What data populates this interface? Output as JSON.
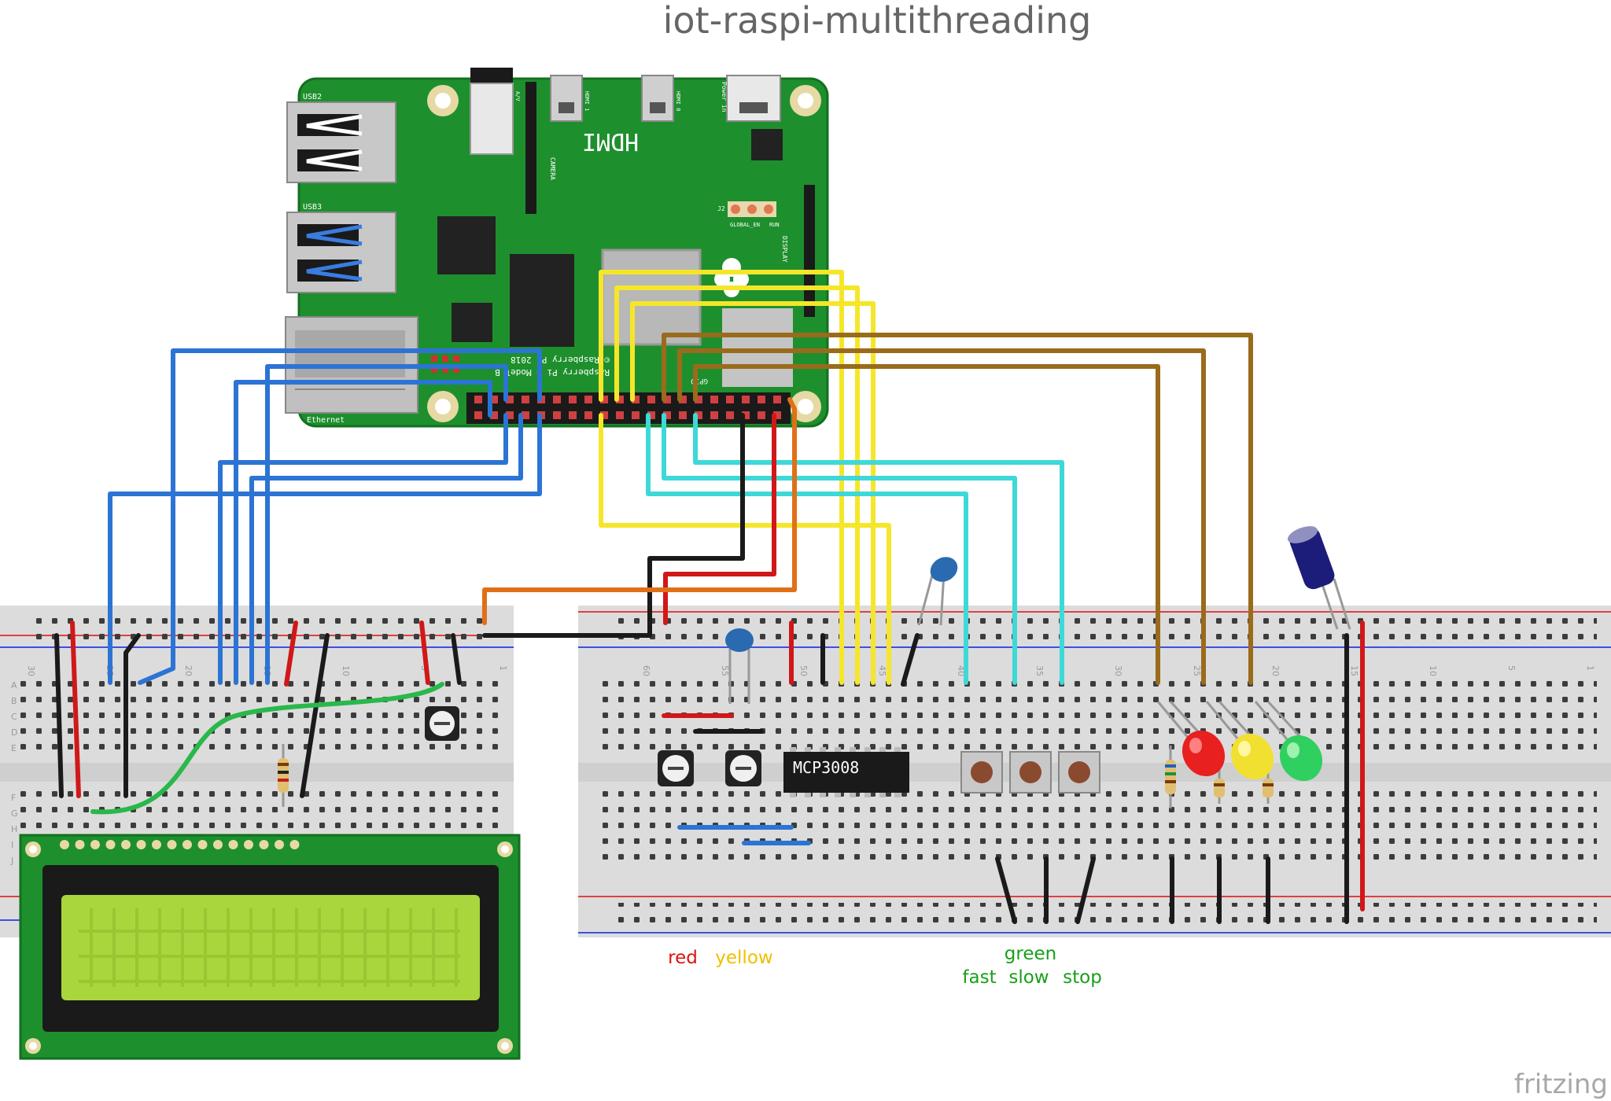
{
  "title": "iot-raspi-multithreading",
  "watermark": "fritzing",
  "board": {
    "model_line1": "Raspberry Pi 4 Model B",
    "model_line2": "© Raspberry Pi 2018",
    "hdmi": "HDMI",
    "usb2": "USB2",
    "usb3": "USB3",
    "ethernet": "Ethernet",
    "camera": "CAMERA",
    "display": "DISPLAY",
    "power": "Power in",
    "hdmi0": "HDMI 0",
    "hdmi1": "HDMI 1",
    "av": "A/V",
    "run": "RUN",
    "global_en": "GLOBAL_EN",
    "j2": "J2",
    "gpio": "GPIO"
  },
  "chip": {
    "label": "MCP3008"
  },
  "breadboard_left": {
    "row_letters_top": [
      "A",
      "B",
      "C",
      "D",
      "E"
    ],
    "row_letters_bottom": [
      "F",
      "G",
      "H",
      "I",
      "J"
    ],
    "col_numbers": [
      "30",
      "25",
      "20",
      "15",
      "10",
      "5",
      "1"
    ]
  },
  "breadboard_right": {
    "col_numbers": [
      "60",
      "55",
      "50",
      "45",
      "40",
      "35",
      "30",
      "25",
      "20",
      "15",
      "10",
      "5",
      "1"
    ]
  },
  "annotations": {
    "red": "red",
    "yellow": "yellow",
    "green": "green",
    "fast": "fast",
    "slow": "slow",
    "stop": "stop"
  },
  "colors": {
    "pcb_green": "#1e8f2d",
    "breadboard": "#dcdcdc",
    "wire_blue": "#2c74d4",
    "wire_yellow": "#f5e62a",
    "wire_cyan": "#3fd8d8",
    "wire_brown": "#9a6b1c",
    "wire_red": "#d01818",
    "wire_black": "#1a1a1a",
    "wire_orange": "#e07018",
    "wire_green": "#29b84a",
    "lcd_screen": "#a9d63c",
    "label_red": "#e01010",
    "label_yellow": "#f0c000",
    "label_green": "#18a018"
  }
}
